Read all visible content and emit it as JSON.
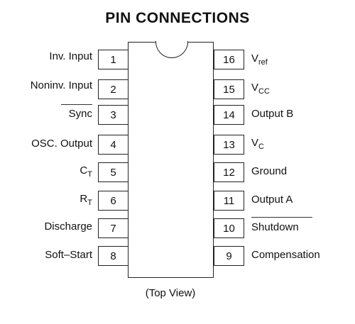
{
  "title": "PIN CONNECTIONS",
  "caption": "(Top View)",
  "left_pins": [
    {
      "num": "1",
      "label": "Inv. Input"
    },
    {
      "num": "2",
      "label": "Noninv.  Input"
    },
    {
      "num": "3",
      "label": "Sync"
    },
    {
      "num": "4",
      "label": "OSC. Output"
    },
    {
      "num": "5",
      "label": "C",
      "sub": "T"
    },
    {
      "num": "6",
      "label": "R",
      "sub": "T"
    },
    {
      "num": "7",
      "label": "Discharge"
    },
    {
      "num": "8",
      "label": "Soft–Start"
    }
  ],
  "right_pins": [
    {
      "num": "16",
      "label": "V",
      "sub": "ref"
    },
    {
      "num": "15",
      "label": "V",
      "sub": "CC"
    },
    {
      "num": "14",
      "label": "Output B"
    },
    {
      "num": "13",
      "label": "V",
      "sub": "C"
    },
    {
      "num": "12",
      "label": "Ground"
    },
    {
      "num": "11",
      "label": "Output A"
    },
    {
      "num": "10",
      "label": "Shutdown"
    },
    {
      "num": "9",
      "label": "Compensation"
    }
  ]
}
